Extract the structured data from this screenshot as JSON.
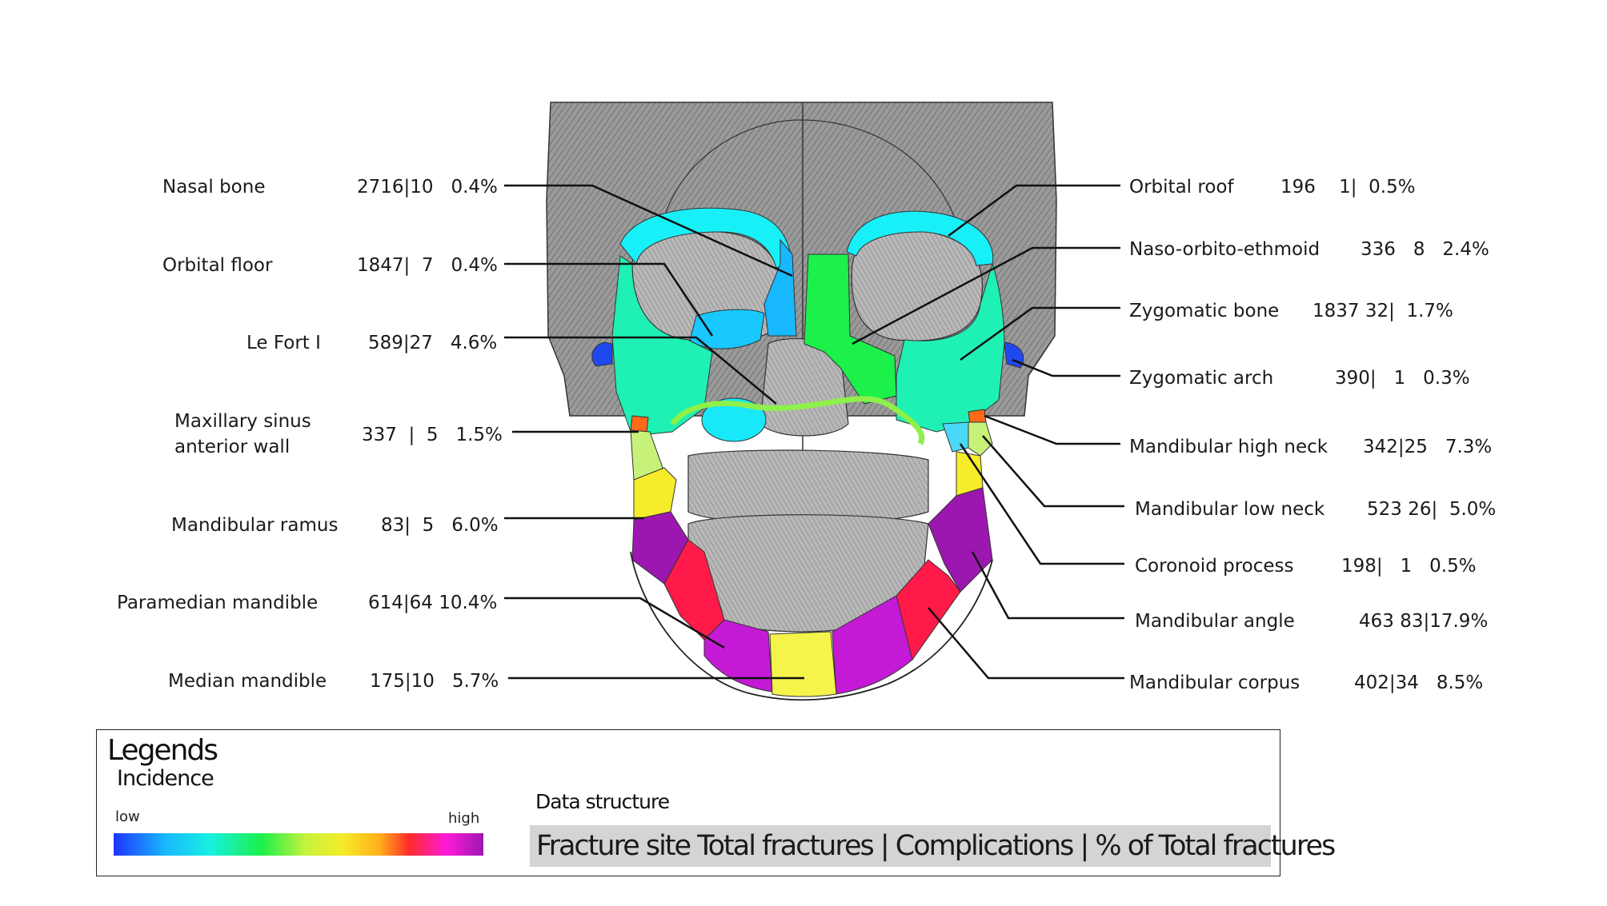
{
  "left_labels": [
    {
      "name": "Nasal bone",
      "stat": "2716|10   0.4%"
    },
    {
      "name": "Orbital floor",
      "stat": "1847|  7   0.4%"
    },
    {
      "name": "Le Fort I",
      "stat": "589|27   4.6%"
    },
    {
      "name": "Maxillary sinus",
      "name2": "anterior wall",
      "stat": "337  |  5   1.5%"
    },
    {
      "name": "Mandibular ramus",
      "stat": "83|  5   6.0%"
    },
    {
      "name": "Paramedian mandible",
      "stat": "614|64 10.4%"
    },
    {
      "name": "Median mandible",
      "stat": "175|10   5.7%"
    }
  ],
  "right_labels": [
    {
      "name": "Orbital roof",
      "stat": "196    1|  0.5%"
    },
    {
      "name": "Naso-orbito-ethmoid",
      "stat": "336   8   2.4%"
    },
    {
      "name": "Zygomatic bone",
      "stat": "1837 32|  1.7%"
    },
    {
      "name": "Zygomatic arch",
      "stat": "390|   1   0.3%"
    },
    {
      "name": "Mandibular high neck",
      "stat": "342|25   7.3%"
    },
    {
      "name": "Mandibular low neck",
      "stat": "523 26|  5.0%"
    },
    {
      "name": "Coronoid process",
      "stat": "198|   1   0.5%"
    },
    {
      "name": "Mandibular angle",
      "stat": "463 83|17.9%"
    },
    {
      "name": "Mandibular corpus",
      "stat": "402|34   8.5%"
    }
  ],
  "legend": {
    "title": "Legends",
    "subtitle": "Incidence",
    "low": "low",
    "high": "high",
    "data_structure_title": "Data structure",
    "data_structure_text": "Fracture site  Total fractures | Complications | % of Total fractures"
  },
  "colors": {
    "low": "#1e33ff",
    "light_blue": "#18b8ff",
    "cyan": "#18f0e0",
    "aqua_green": "#1ff0b4",
    "green": "#1cf04a",
    "lime": "#c6f23c",
    "yellow": "#f6ec2a",
    "orange": "#ffae1a",
    "red": "#ff2a55",
    "magenta": "#ff1ad8",
    "high": "#9c17b0"
  }
}
